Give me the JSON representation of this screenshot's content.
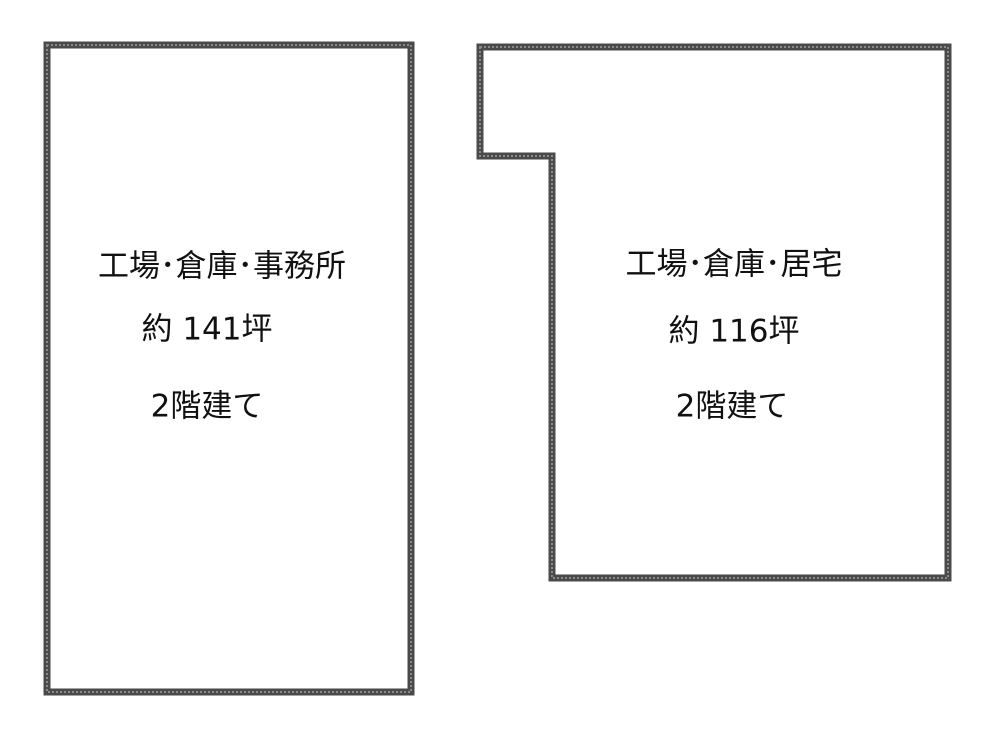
{
  "buildings": [
    {
      "usage": "工場･倉庫･事務所",
      "area": "約 141坪",
      "floors": "2階建て"
    },
    {
      "usage": "工場･倉庫･居宅",
      "area": "約 116坪",
      "floors": "2階建て"
    }
  ],
  "colors": {
    "outline": "#4a4a4a",
    "text": "#111111",
    "background": "#ffffff"
  }
}
